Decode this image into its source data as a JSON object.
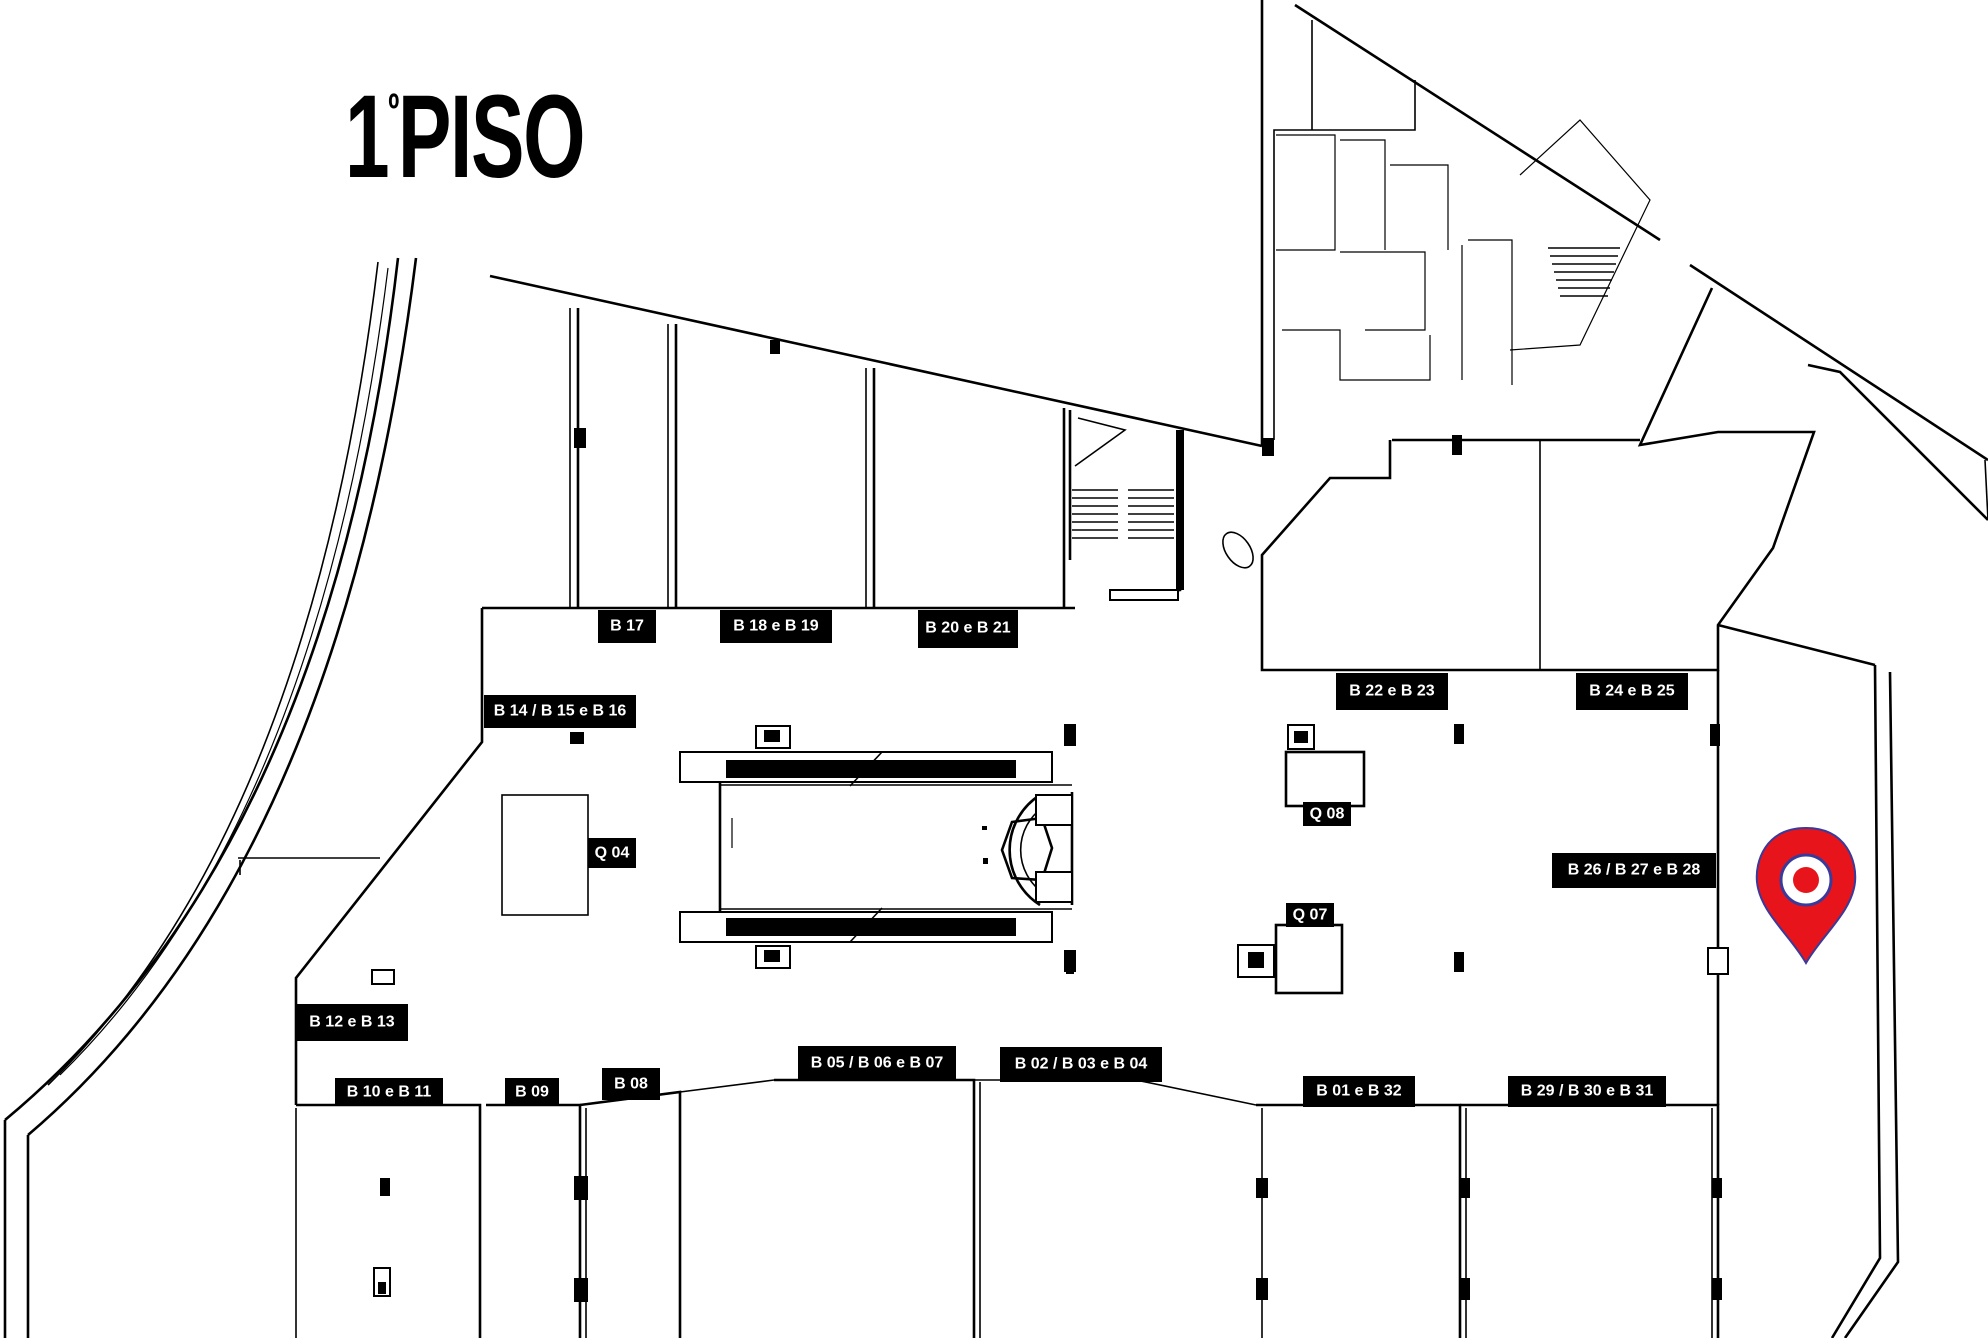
{
  "map": {
    "floor_number": "1",
    "floor_ordinal": "º",
    "floor_word": "PISO",
    "stores": [
      {
        "id": "B 17"
      },
      {
        "id": "B 18 e B 19"
      },
      {
        "id": "B 20 e B 21"
      },
      {
        "id": "B 14 / B 15 e B 16"
      },
      {
        "id": "B 22 e B 23"
      },
      {
        "id": "B 24 e B 25"
      },
      {
        "id": "Q 04"
      },
      {
        "id": "Q 08"
      },
      {
        "id": "B 26 / B 27 e B 28"
      },
      {
        "id": "Q 07"
      },
      {
        "id": "B 12 e B 13"
      },
      {
        "id": "B 10 e B 11"
      },
      {
        "id": "B 09"
      },
      {
        "id": "B 08"
      },
      {
        "id": "B 05 / B 06 e B 07"
      },
      {
        "id": "B 02 / B 03 e B 04"
      },
      {
        "id": "B 01 e B 32"
      },
      {
        "id": "B 29 / B 30 e B 31"
      }
    ],
    "marker": {
      "color": "#e8141c",
      "ring_color": "#3a3a9a",
      "icon": "location-pin-icon"
    }
  }
}
